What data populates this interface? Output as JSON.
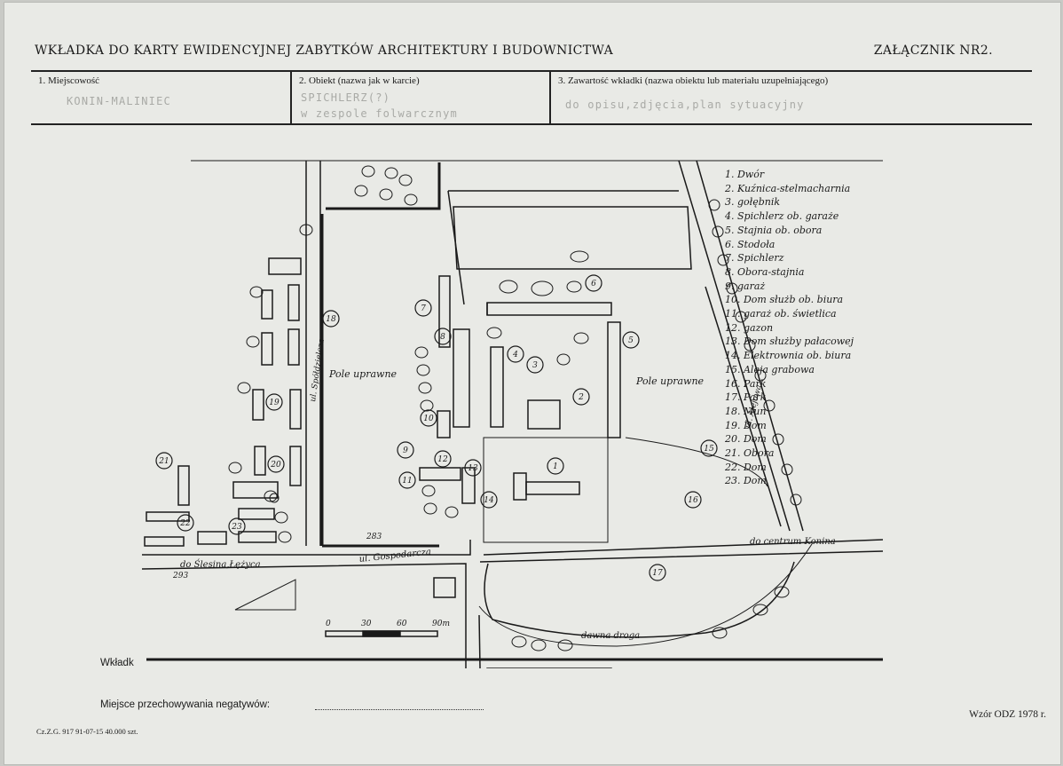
{
  "header": {
    "title": "WKŁADKA DO KARTY EWIDENCYJNEJ ZABYTKÓW ARCHITEKTURY I BUDOWNICTWA",
    "annex": "ZAŁĄCZNIK NR2."
  },
  "fields": [
    {
      "label": "1. Miejscowość",
      "value": "KONIN-MALINIEC",
      "value2": ""
    },
    {
      "label": "2. Obiekt (nazwa jak w karcie)",
      "value": "SPICHLERZ(?)",
      "value2": "w zespole folwarcznym"
    },
    {
      "label": "3. Zawartość wkładki (nazwa obiektu lub materiału uzupełniającego)",
      "value": "do opisu,zdjęcia,plan sytuacyjny",
      "value2": ""
    }
  ],
  "legend": [
    "1. Dwór",
    "2. Kuźnica-stelmacharnia",
    "3. gołębnik",
    "4. Spichlerz ob. garaże",
    "5. Stajnia ob. obora",
    "6. Stodoła",
    "7. Spichlerz",
    "8. Obora-stajnia",
    "9. garaż",
    "10. Dom służb ob. biura",
    "11. garaż ob. świetlica",
    "12. gazon",
    "13. Dom służby pałacowej",
    "14. Elektrownia ob. biura",
    "15. Aleja grabowa",
    "16. Park",
    "17. Park",
    "18. Mun",
    "19. Dom",
    "20. Dom",
    "21. Obora",
    "22. Dom",
    "23. Dom"
  ],
  "map_labels": {
    "field_left": "Pole uprawne",
    "field_right": "Pole uprawne",
    "street_left": "ul. Spółdzielcza",
    "street_right": "ul. Alejowa",
    "street_bottom": "ul. Gospodarcza",
    "road_left": "do Ślesina,Łężyca",
    "road_right": "do centrum Konina",
    "old_road": "dawna droga",
    "spot_a": "283",
    "spot_b": "293"
  },
  "scale": {
    "ticks": [
      "0",
      "30",
      "60",
      "90m"
    ]
  },
  "bottom": {
    "wkladk": "Wkładk",
    "negatives_label": "Miejsce przechowywania negatywów:",
    "form": "Wzór ODZ 1978 r.",
    "print": "Cz.Z.G. 917 91-07-15 40.000 szt."
  },
  "colors": {
    "paper": "#e9eae6",
    "ink": "#1a1a1a",
    "typed": "#a9aaa6"
  }
}
